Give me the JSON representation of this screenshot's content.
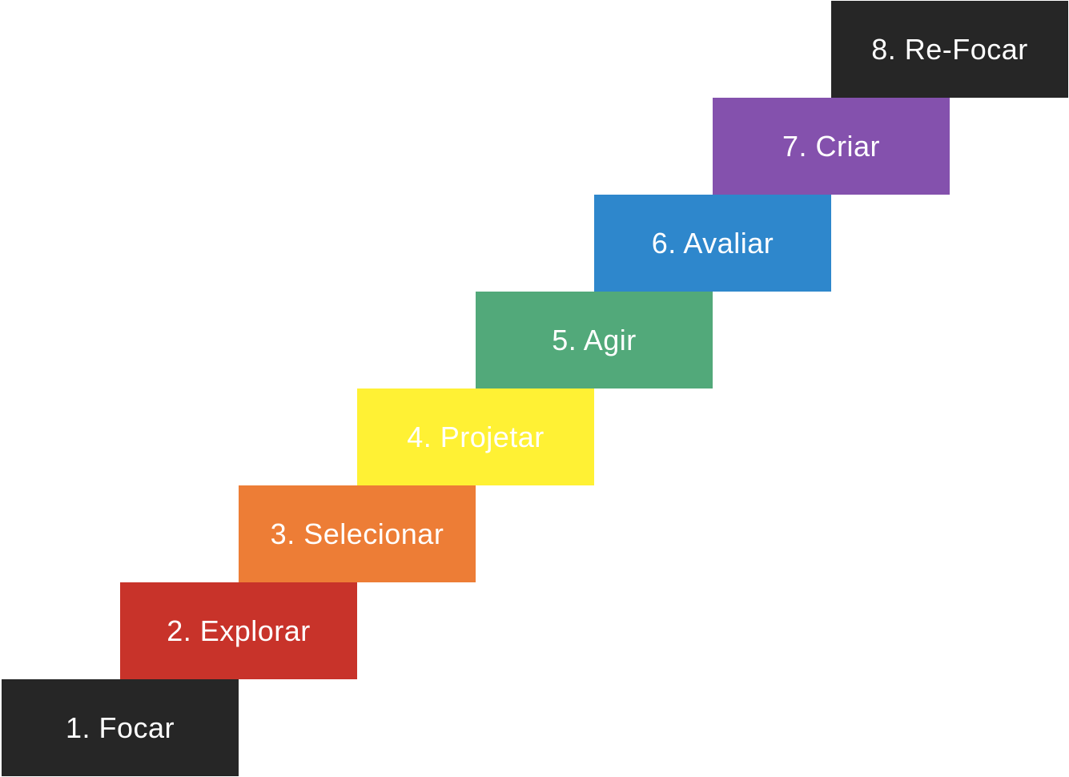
{
  "steps": [
    {
      "label": "1. Focar",
      "color": "#262626"
    },
    {
      "label": "2. Explorar",
      "color": "#c8332a"
    },
    {
      "label": "3. Selecionar",
      "color": "#ed7d36"
    },
    {
      "label": "4. Projetar",
      "color": "#fff134"
    },
    {
      "label": "5. Agir",
      "color": "#52a97a"
    },
    {
      "label": "6. Avaliar",
      "color": "#2e87cc"
    },
    {
      "label": "7. Criar",
      "color": "#8451ad"
    },
    {
      "label": "8. Re-Focar",
      "color": "#262626"
    }
  ]
}
